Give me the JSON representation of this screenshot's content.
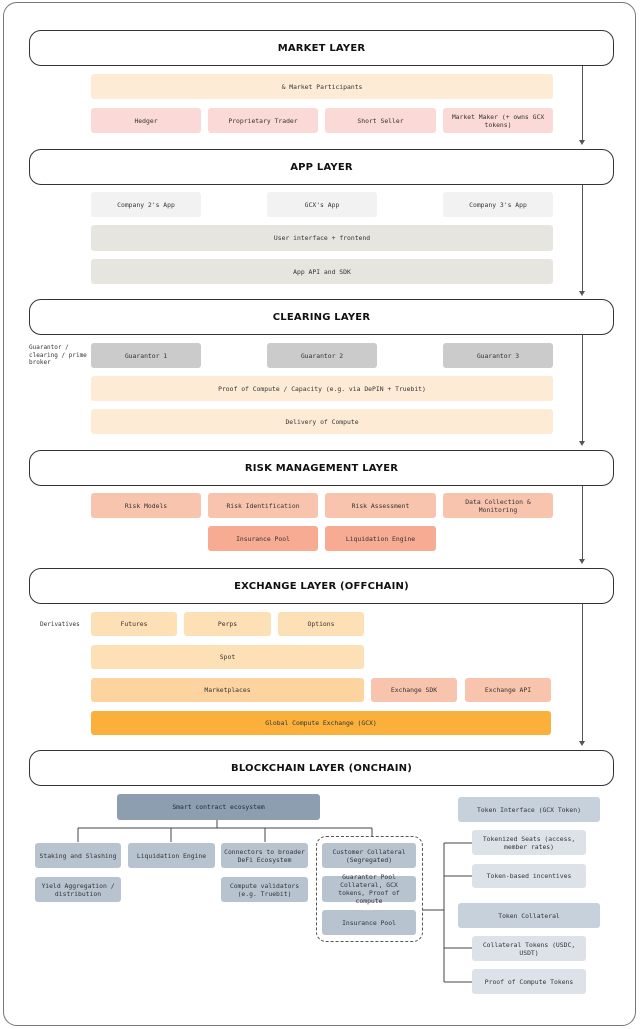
{
  "layers": {
    "market": "MARKET LAYER",
    "app": "APP LAYER",
    "clearing": "CLEARING LAYER",
    "risk": "RISK MANAGEMENT LAYER",
    "exchange": "EXCHANGE LAYER (OFFCHAIN)",
    "blockchain": "BLOCKCHAIN LAYER (ONCHAIN)"
  },
  "market": {
    "participants": "& Market Participants",
    "hedger": "Hedger",
    "prop_trader": "Proprietary Trader",
    "short_seller": "Short Seller",
    "market_maker": "Market Maker (+ owns GCX tokens)"
  },
  "app": {
    "company2": "Company 2's App",
    "gcx": "GCX's App",
    "company3": "Company 3's App",
    "ui": "User interface + frontend",
    "api": "App API and SDK"
  },
  "clearing": {
    "side_label": "Guarantor / clearing / prime broker",
    "g1": "Guarantor 1",
    "g2": "Guarantor 2",
    "g3": "Guarantor 3",
    "proof": "Proof of Compute / Capacity (e.g. via DePIN + Truebit)",
    "delivery": "Delivery of Compute"
  },
  "risk": {
    "models": "Risk Models",
    "identification": "Risk Identification",
    "assessment": "Risk Assessment",
    "data": "Data Collection & Monitoring",
    "insurance": "Insurance Pool",
    "liquidation": "Liquidation Engine"
  },
  "exchange": {
    "side_label": "Derivatives",
    "futures": "Futures",
    "perps": "Perps",
    "options": "Options",
    "spot": "Spot",
    "marketplaces": "Marketplaces",
    "sdk": "Exchange SDK",
    "api": "Exchange API",
    "gcx": "Global Compute Exchange (GCX)"
  },
  "blockchain": {
    "ecosystem": "Smart contract ecosystem",
    "staking": "Staking and Slashing",
    "yield": "Yield Aggregation / distribution",
    "liquidation": "Liquidation Engine",
    "connectors": "Connectors to broader DeFi Ecosystem",
    "validators": "Compute validators (e.g. Truebit)",
    "customer_collateral": "Customer Collateral (Segregated)",
    "guarantor_pool": "Guarantor Pool Collateral, GCX tokens, Proof of compute",
    "insurance": "Insurance Pool",
    "token_interface": "Token Interface (GCX Token)",
    "tokenized_seats": "Tokenized Seats (access, member rates)",
    "incentives": "Token-based incentives",
    "token_collateral": "Token Collateral",
    "collateral_tokens": "Collateral Tokens (USDC, USDT)",
    "proof_tokens": "Proof of Compute Tokens"
  }
}
